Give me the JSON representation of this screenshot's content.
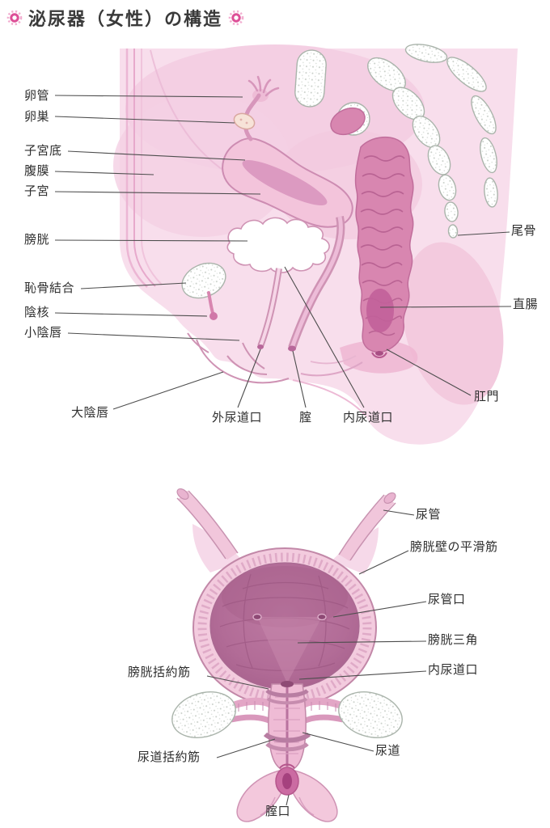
{
  "page": {
    "title": "泌尿器（女性）の構造"
  },
  "decorations": {
    "title_icon": "flower-burst-icon"
  },
  "colors": {
    "accent_pink": "#dd4f97",
    "body_light_pink": "#f8deec",
    "organ_deep_pink": "#d886b0",
    "bladder_interior_mauve": "#b26c97",
    "bone_outline_gray": "#aab4ab",
    "label_text": "#2e2e2e"
  },
  "sagittal_diagram": {
    "labels": [
      "卵管",
      "卵巣",
      "子宮底",
      "腹膜",
      "子宮",
      "膀胱",
      "恥骨結合",
      "陰核",
      "小陰唇",
      "大陰唇",
      "外尿道口",
      "腟",
      "内尿道口",
      "尾骨",
      "直腸",
      "肛門"
    ]
  },
  "bladder_diagram": {
    "labels": [
      "尿管",
      "膀胱壁の平滑筋",
      "尿管口",
      "膀胱三角",
      "内尿道口",
      "膀胱括約筋",
      "尿道括約筋",
      "尿道",
      "腟口"
    ]
  }
}
